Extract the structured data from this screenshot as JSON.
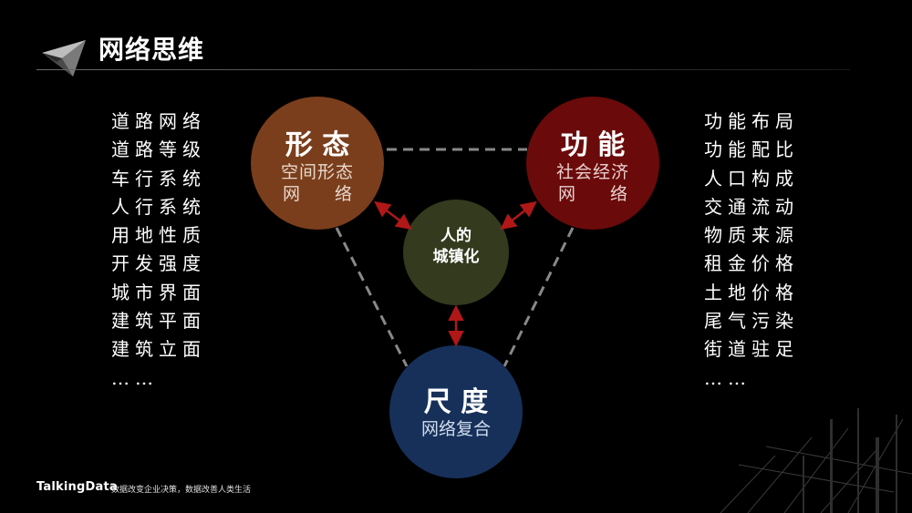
{
  "header": {
    "title": "网络思维"
  },
  "left_list": [
    "道路网络",
    "道路等级",
    "车行系统",
    "人行系统",
    "用地性质",
    "开发强度",
    "城市界面",
    "建筑平面",
    "建筑立面",
    "……"
  ],
  "right_list": [
    "功能布局",
    "功能配比",
    "人口构成",
    "交通流动",
    "物质来源",
    "租金价格",
    "土地价格",
    "尾气污染",
    "街道驻足",
    "……"
  ],
  "nodes": {
    "form": {
      "title": "形 态",
      "sub_line1": "空间形态",
      "sub_line2": "网　　络",
      "color": "#7a3e1c"
    },
    "function": {
      "title": "功 能",
      "sub_line1": "社会经济",
      "sub_line2": "网　　络",
      "color": "#6b0a0a"
    },
    "center": {
      "line1": "人的",
      "line2": "城镇化",
      "color": "#333a1e"
    },
    "scale": {
      "title": "尺 度",
      "sub": "网络复合",
      "color": "#16305a"
    }
  },
  "colors": {
    "arrow": "#b01818",
    "dashed_line": "#888888"
  },
  "footer": {
    "brand": "TalkingData",
    "slogan": "数据改变企业决策，数据改善人类生活"
  }
}
